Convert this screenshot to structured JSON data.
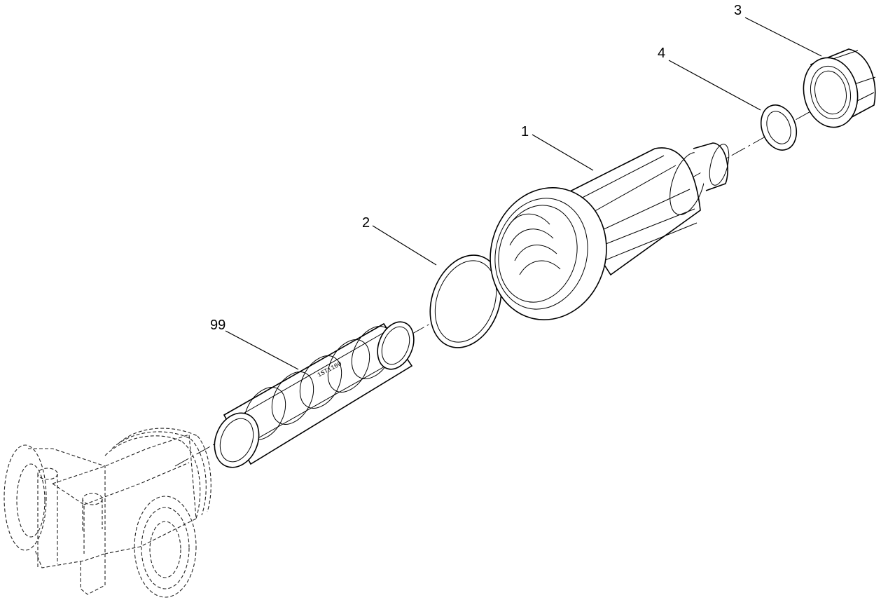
{
  "callouts": {
    "part_1": "1",
    "part_2": "2",
    "part_3": "3",
    "part_4": "4",
    "part_99": "99"
  },
  "screen_stamp": "1ST1100"
}
